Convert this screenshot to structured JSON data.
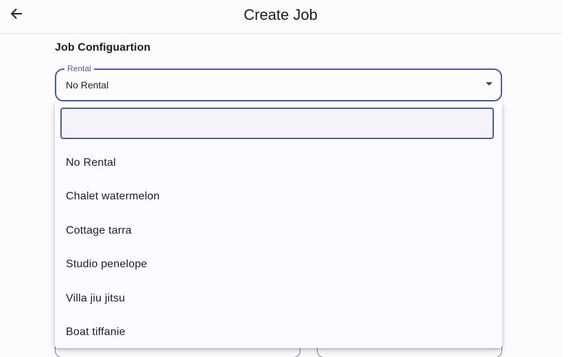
{
  "appbar": {
    "back_icon": "arrow-left-icon",
    "title": "Create Job"
  },
  "section": {
    "title": "Job Configuartion"
  },
  "rental_field": {
    "label": "Rental",
    "value": "No Rental",
    "arrow_icon": "caret-down-icon"
  },
  "rental_menu": {
    "search": {
      "value": "",
      "placeholder": ""
    },
    "items": [
      {
        "label": "No Rental"
      },
      {
        "label": "Chalet watermelon"
      },
      {
        "label": "Cottage tarra"
      },
      {
        "label": "Studio penelope"
      },
      {
        "label": "Villa jiu jitsu"
      },
      {
        "label": "Boat tiffanie"
      }
    ]
  },
  "colors": {
    "accent": "#4a5b92",
    "surface": "#fefbff",
    "text": "#1d1b20"
  }
}
